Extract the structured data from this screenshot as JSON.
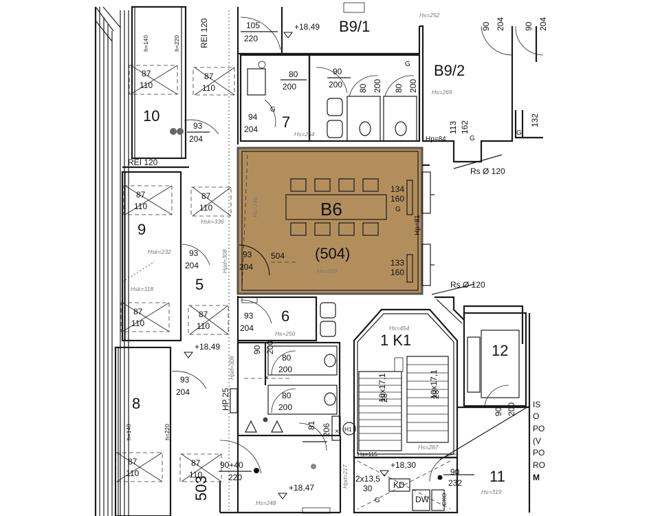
{
  "rooms": {
    "r10": "10",
    "r9": "9",
    "r5": "5",
    "r8": "8",
    "r7": "7",
    "r6": "6",
    "b91": "B9/1",
    "b92": "B9/2",
    "r12": "12",
    "r11": "11",
    "k1": "1 K1",
    "b6": "B6",
    "b6num": "(504)",
    "r503": "503"
  },
  "doors": {
    "d10a_w": "87",
    "d10a_h": "110",
    "d10b_w": "87",
    "d10b_h": "110",
    "d10c_w": "93",
    "d10c_h": "204",
    "d9a_w": "87",
    "d9a_h": "110",
    "d9b_w": "87",
    "d9b_h": "110",
    "d9c_w": "93",
    "d9c_h": "204",
    "d5a_w": "87",
    "d5a_h": "110",
    "d5b_w": "87",
    "d5b_h": "110",
    "d8a_w": "93",
    "d8a_h": "204",
    "d8b_w": "87",
    "d8b_h": "110",
    "d503_w": "87",
    "d503_h": "110",
    "d105_w": "105",
    "d105_h": "220",
    "d7a_w": "80",
    "d7a_h": "200",
    "d7b_w": "94",
    "d7b_h": "204",
    "d91_w": "90",
    "d91_h": "200",
    "wc1_w": "80",
    "wc1_h": "200",
    "wc2_w": "80",
    "wc2_h": "200",
    "d92_w": "90",
    "d92_h": "204",
    "d92b_w": "90",
    "d92b_h": "204",
    "d92c_w": "113",
    "d92c_h": "162",
    "d92d_w": "132",
    "b6a_w": "134",
    "b6a_h": "160",
    "b6b_w": "133",
    "b6b_h": "160",
    "b6c_w": "93",
    "b6c_h": "204",
    "b6_side": "504",
    "d6_w": "93",
    "d6_h": "204",
    "wcA_w": "80",
    "wcA_h": "200",
    "wcB_w": "80",
    "wcB_h": "200",
    "d90_w": "90",
    "d90_h": "200",
    "d9040_w": "90+40",
    "d9040_h": "220",
    "d81_w": "81",
    "d81_h": "206",
    "stairL": "10x17,1",
    "stairL_n": "28",
    "stairR": "10x17,1",
    "stairR_n": "28",
    "d12_w": "90",
    "d12_h": "200",
    "d11_w": "90",
    "d11_h": "232",
    "d2x": "2x13,5",
    "d2x_n": "30"
  },
  "labels": {
    "lvl1": "+18,49",
    "lvl2": "+18,49",
    "lvl3": "+18,47",
    "lvl4": "+18,30",
    "hs252": "Hs=252",
    "hs269": "Hs=269",
    "hs254": "Hs=254",
    "hs246": "Hs=246",
    "hs259": "Hs=259",
    "hs250": "Hs=250",
    "hs454": "Hs=454",
    "hs287": "Hs=287",
    "hs319": "Hs=319",
    "hs248": "Hs=248",
    "hsk336": "Hsk=336",
    "hsk232": "Hsk=232",
    "hsk118": "Hsk=118",
    "hpd308": "Hpd=308",
    "hpd308b": "Hpd=308",
    "hpd217": "Hpd=217",
    "hs115": "Hs=115",
    "hp84": "Hp=84",
    "hp81": "Hp=81",
    "rs1": "Rs Ø 120",
    "rs2": "Rs Ø 120",
    "rei1": "REI 120",
    "rei2": "REI 120",
    "h140a": "h=140",
    "h220a": "h=220",
    "h140b": "h=140",
    "h220b": "h=220",
    "hp25": "HP 25",
    "h1": "H1",
    "kd": "KD",
    "dw": "DW",
    "cko": "CKO",
    "g": "G",
    "side1": "IS",
    "side2": "O",
    "side3": "PO",
    "side4": "(V",
    "side5": "PO",
    "side6": "RO",
    "side7": "M"
  },
  "colors": {
    "highlight_fill": "#b38e5d",
    "highlight_stroke": "#555555"
  }
}
